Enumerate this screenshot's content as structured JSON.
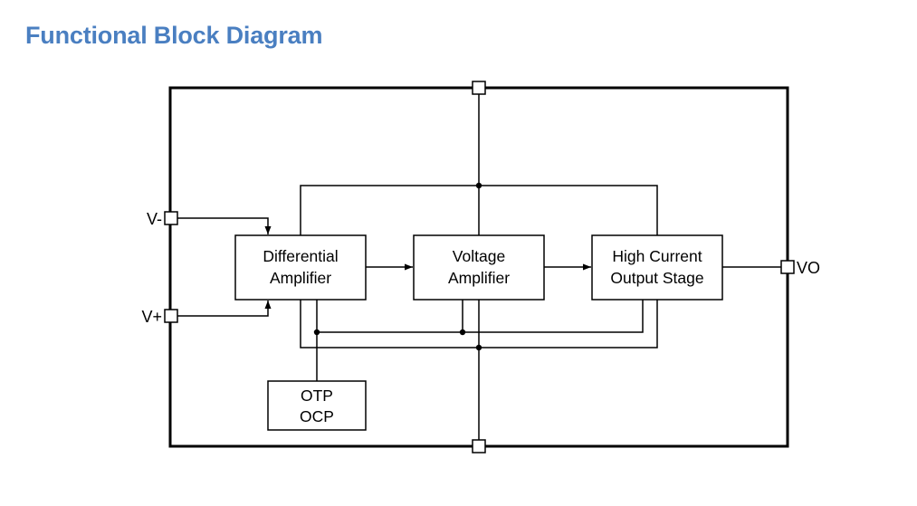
{
  "title": "Functional Block Diagram",
  "blocks": {
    "differential": [
      "Differential",
      "Amplifier"
    ],
    "voltage": [
      "Voltage",
      "Amplifier"
    ],
    "output": [
      "High Current",
      "Output Stage"
    ],
    "protection": [
      "OTP",
      "OCP"
    ]
  },
  "pins": {
    "v_minus": "V-",
    "v_plus": "V+",
    "vo": "VO"
  },
  "colors": {
    "title": "#4a7fc1",
    "line": "#000000"
  }
}
